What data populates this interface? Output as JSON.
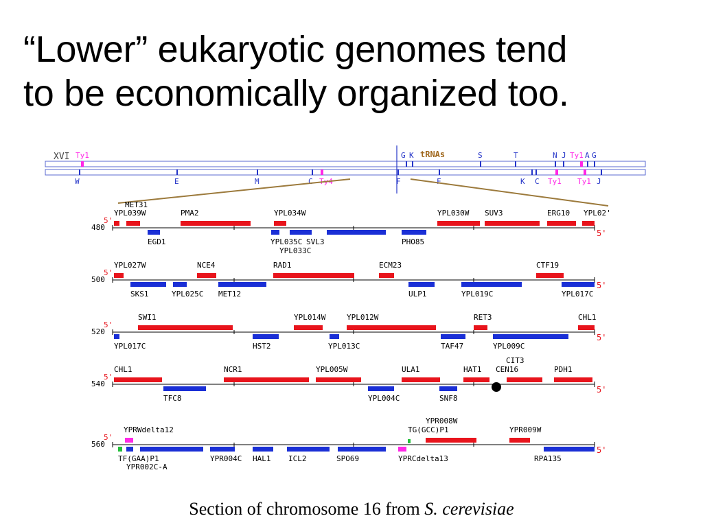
{
  "title": {
    "line1": "“Lower” eukaryotic genomes tend",
    "line2": "to be economically organized too."
  },
  "caption": {
    "prefix": "Section of chromosome 16 from ",
    "species": "S. cerevisiae"
  },
  "colors": {
    "forward_gene": "#e8141c",
    "reverse_gene": "#1a2fd6",
    "transposon": "#ff28e6",
    "trna": "#22c03a",
    "overview_label": "#2434c8",
    "trnas_label": "#a0681e",
    "zoom_line": "#9c7a3c",
    "centromere": "#000000"
  },
  "overview": {
    "chromosome_label": "XVI",
    "trnas_label": "tRNAs",
    "top_labels": [
      "Ty1",
      "G",
      "K",
      "S",
      "T",
      "N",
      "J",
      "Ty1",
      "A",
      "G"
    ],
    "bottom_labels": [
      "W",
      "E",
      "M",
      "C",
      "Ty4",
      "F",
      "F",
      "K",
      "C",
      "Ty1",
      "Ty1",
      "J"
    ]
  },
  "rows": [
    {
      "kb": "480",
      "top_labels": [
        "MET31",
        "YPL039W",
        "PMA2",
        "YPL034W",
        "YPL030W",
        "SUV3",
        "ERG10",
        "YPL02'"
      ],
      "bottom_labels": [
        "EGD1",
        "YPL035C",
        "SVL3",
        "PHO85",
        "YPL033C"
      ]
    },
    {
      "kb": "500",
      "top_labels": [
        "YPL027W",
        "NCE4",
        "RAD1",
        "ECM23",
        "CTF19"
      ],
      "bottom_labels": [
        "SKS1",
        "YPL025C",
        "MET12",
        "ULP1",
        "YPL019C",
        "YPL017C"
      ]
    },
    {
      "kb": "520",
      "top_labels": [
        "SWI1",
        "YPL014W",
        "YPL012W",
        "RET3",
        "CHL1"
      ],
      "bottom_labels": [
        "YPL017C",
        "HST2",
        "YPL013C",
        "TAF47",
        "YPL009C"
      ]
    },
    {
      "kb": "540",
      "top_labels": [
        "CHL1",
        "NCR1",
        "YPL005W",
        "ULA1",
        "HAT1",
        "CIT3",
        "CEN16",
        "PDH1"
      ],
      "bottom_labels": [
        "TFC8",
        "YPL004C",
        "SNF8"
      ]
    },
    {
      "kb": "560",
      "top_labels": [
        "YPRWdelta12",
        "YPR008W",
        "TG(GCC)P1",
        "YPR009W"
      ],
      "bottom_labels": [
        "TF(GAA)P1",
        "YPR002C-A",
        "YPR004C",
        "HAL1",
        "ICL2",
        "SPO69",
        "YPRCdelta13",
        "RPA135"
      ]
    }
  ],
  "strand_label": "5'"
}
